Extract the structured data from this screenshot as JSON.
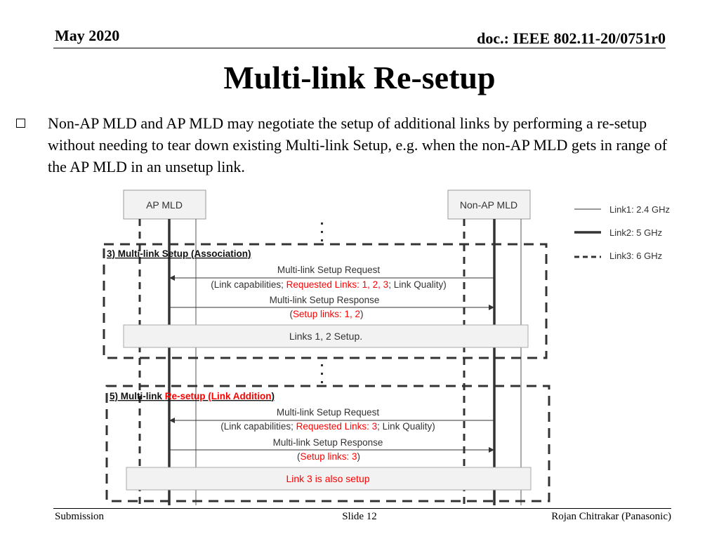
{
  "header": {
    "date": "May 2020",
    "doc_id": "doc.: IEEE 802.11-20/0751r0"
  },
  "title": "Multi-link Re-setup",
  "bullet": "Non-AP MLD and AP MLD may negotiate the setup of additional links by performing a re-setup without needing to tear down existing Multi-link Setup, e.g. when the non-AP MLD gets in range of the AP MLD in an unsetup link.",
  "diagram": {
    "entity_left": "AP MLD",
    "entity_right": "Non-AP MLD",
    "legend": {
      "link1": "Link1: 2.4 GHz",
      "link2": "Link2: 5 GHz",
      "link3": "Link3: 6 GHz"
    },
    "phase1": {
      "label": "3) Multi-link Setup (Association)",
      "request_title": "Multi-link Setup Request",
      "request_params_a": "(Link capabilities; ",
      "request_params_b": "Requested Links: 1, 2, 3",
      "request_params_c": "; Link Quality)",
      "response_title": "Multi-link Setup Response",
      "response_params_a": "(",
      "response_params_b": "Setup links: 1, 2",
      "response_params_c": ")",
      "result": "Links 1, 2 Setup."
    },
    "phase2": {
      "label_a": "5) Multi-link ",
      "label_b": "Re-setup (Link Addition",
      "label_c": ")",
      "request_title": "Multi-link Setup Request",
      "request_params_a": "(Link capabilities; ",
      "request_params_b": "Requested Links: 3",
      "request_params_c": "; Link Quality)",
      "response_title": "Multi-link Setup Response",
      "response_params_a": "(",
      "response_params_b": "Setup links: 3",
      "response_params_c": ")",
      "result": "Link 3 is also setup"
    },
    "colors": {
      "highlight": "#ff0000",
      "line": "#333333"
    }
  },
  "footer": {
    "left": "Submission",
    "center": "Slide 12",
    "right": "Rojan Chitrakar (Panasonic)"
  }
}
